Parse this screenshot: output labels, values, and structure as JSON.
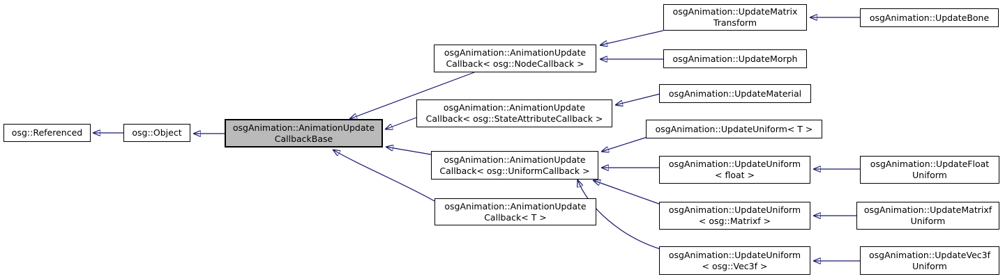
{
  "diagram": {
    "kind": "class-inheritance-graph",
    "colors": {
      "edge": "#191970",
      "node_border": "#000000",
      "node_fill": "#ffffff",
      "highlight_fill": "#bababa",
      "text": "#000000"
    },
    "nodes": {
      "referenced": {
        "label": "osg::Referenced",
        "highlighted": false
      },
      "object": {
        "label": "osg::Object",
        "highlighted": false
      },
      "base": {
        "label": "osgAnimation::AnimationUpdate\nCallbackBase",
        "highlighted": true
      },
      "node_callback": {
        "label": "osgAnimation::AnimationUpdate\nCallback< osg::NodeCallback >",
        "highlighted": false
      },
      "state_attribute_callback": {
        "label": "osgAnimation::AnimationUpdate\nCallback< osg::StateAttributeCallback >",
        "highlighted": false
      },
      "uniform_callback": {
        "label": "osgAnimation::AnimationUpdate\nCallback< osg::UniformCallback >",
        "highlighted": false
      },
      "t_callback": {
        "label": "osgAnimation::AnimationUpdate\nCallback< T >",
        "highlighted": false
      },
      "update_matrix_transform": {
        "label": "osgAnimation::UpdateMatrix\nTransform",
        "highlighted": false
      },
      "update_morph": {
        "label": "osgAnimation::UpdateMorph",
        "highlighted": false
      },
      "update_bone": {
        "label": "osgAnimation::UpdateBone",
        "highlighted": false
      },
      "update_material": {
        "label": "osgAnimation::UpdateMaterial",
        "highlighted": false
      },
      "update_uniform_t": {
        "label": "osgAnimation::UpdateUniform< T >",
        "highlighted": false
      },
      "update_uniform_float": {
        "label": "osgAnimation::UpdateUniform\n< float >",
        "highlighted": false
      },
      "update_float_uniform": {
        "label": "osgAnimation::UpdateFloat\nUniform",
        "highlighted": false
      },
      "update_uniform_matrixf": {
        "label": "osgAnimation::UpdateUniform\n< osg::Matrixf >",
        "highlighted": false
      },
      "update_matrixf_uniform": {
        "label": "osgAnimation::UpdateMatrixf\nUniform",
        "highlighted": false
      },
      "update_uniform_vec3f": {
        "label": "osgAnimation::UpdateUniform\n< osg::Vec3f >",
        "highlighted": false
      },
      "update_vec3f_uniform": {
        "label": "osgAnimation::UpdateVec3f\nUniform",
        "highlighted": false
      }
    },
    "edges": [
      {
        "from": "object",
        "to": "referenced",
        "relation": "inherits"
      },
      {
        "from": "base",
        "to": "object",
        "relation": "inherits"
      },
      {
        "from": "node_callback",
        "to": "base",
        "relation": "inherits"
      },
      {
        "from": "state_attribute_callback",
        "to": "base",
        "relation": "inherits"
      },
      {
        "from": "uniform_callback",
        "to": "base",
        "relation": "inherits"
      },
      {
        "from": "t_callback",
        "to": "base",
        "relation": "inherits"
      },
      {
        "from": "update_matrix_transform",
        "to": "node_callback",
        "relation": "inherits"
      },
      {
        "from": "update_morph",
        "to": "node_callback",
        "relation": "inherits"
      },
      {
        "from": "update_bone",
        "to": "update_matrix_transform",
        "relation": "inherits"
      },
      {
        "from": "update_material",
        "to": "state_attribute_callback",
        "relation": "inherits"
      },
      {
        "from": "update_uniform_t",
        "to": "uniform_callback",
        "relation": "inherits"
      },
      {
        "from": "update_uniform_float",
        "to": "uniform_callback",
        "relation": "inherits"
      },
      {
        "from": "update_float_uniform",
        "to": "update_uniform_float",
        "relation": "inherits"
      },
      {
        "from": "update_uniform_matrixf",
        "to": "uniform_callback",
        "relation": "inherits"
      },
      {
        "from": "update_matrixf_uniform",
        "to": "update_uniform_matrixf",
        "relation": "inherits"
      },
      {
        "from": "update_uniform_vec3f",
        "to": "uniform_callback",
        "relation": "inherits"
      },
      {
        "from": "update_vec3f_uniform",
        "to": "update_uniform_vec3f",
        "relation": "inherits"
      }
    ]
  }
}
